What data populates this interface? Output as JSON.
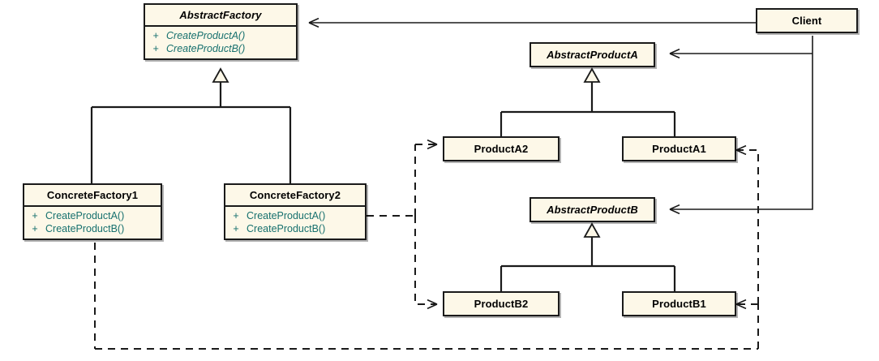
{
  "diagram": {
    "kind": "uml-class-diagram",
    "pattern": "Abstract Factory",
    "colors": {
      "box_fill": "#fdf8e8",
      "box_border": "#1a1a1a",
      "member_text": "#16706e",
      "title_text": "#000000",
      "edge": "#1a1a1a",
      "background": "#ffffff"
    }
  },
  "classes": {
    "abstract_factory": {
      "name": "AbstractFactory",
      "abstract": true,
      "members": [
        {
          "visibility": "+",
          "signature": "CreateProductA()",
          "abstract": true
        },
        {
          "visibility": "+",
          "signature": "CreateProductB()",
          "abstract": true
        }
      ]
    },
    "concrete_factory1": {
      "name": "ConcreteFactory1",
      "abstract": false,
      "members": [
        {
          "visibility": "+",
          "signature": "CreateProductA()",
          "abstract": false
        },
        {
          "visibility": "+",
          "signature": "CreateProductB()",
          "abstract": false
        }
      ]
    },
    "concrete_factory2": {
      "name": "ConcreteFactory2",
      "abstract": false,
      "members": [
        {
          "visibility": "+",
          "signature": "CreateProductA()",
          "abstract": false
        },
        {
          "visibility": "+",
          "signature": "CreateProductB()",
          "abstract": false
        }
      ]
    },
    "abstract_product_a": {
      "name": "AbstractProductA",
      "abstract": true,
      "members": []
    },
    "product_a1": {
      "name": "ProductA1",
      "abstract": false,
      "members": []
    },
    "product_a2": {
      "name": "ProductA2",
      "abstract": false,
      "members": []
    },
    "abstract_product_b": {
      "name": "AbstractProductB",
      "abstract": true,
      "members": []
    },
    "product_b1": {
      "name": "ProductB1",
      "abstract": false,
      "members": []
    },
    "product_b2": {
      "name": "ProductB2",
      "abstract": false,
      "members": []
    },
    "client": {
      "name": "Client",
      "abstract": false,
      "members": []
    }
  },
  "relationships": [
    {
      "id": "client-uses-abstractfactory",
      "type": "association",
      "line": "solid",
      "from": "client",
      "to": "abstract_factory"
    },
    {
      "id": "client-uses-abstractproducta",
      "type": "association",
      "line": "solid",
      "from": "client",
      "to": "abstract_product_a"
    },
    {
      "id": "client-uses-abstractproductb",
      "type": "association",
      "line": "solid",
      "from": "client",
      "to": "abstract_product_b"
    },
    {
      "id": "cf1-generalizes-af",
      "type": "generalization",
      "line": "solid",
      "from": "concrete_factory1",
      "to": "abstract_factory"
    },
    {
      "id": "cf2-generalizes-af",
      "type": "generalization",
      "line": "solid",
      "from": "concrete_factory2",
      "to": "abstract_factory"
    },
    {
      "id": "pa1-generalizes-apa",
      "type": "generalization",
      "line": "solid",
      "from": "product_a1",
      "to": "abstract_product_a"
    },
    {
      "id": "pa2-generalizes-apa",
      "type": "generalization",
      "line": "solid",
      "from": "product_a2",
      "to": "abstract_product_a"
    },
    {
      "id": "pb1-generalizes-apb",
      "type": "generalization",
      "line": "solid",
      "from": "product_b1",
      "to": "abstract_product_b"
    },
    {
      "id": "pb2-generalizes-apb",
      "type": "generalization",
      "line": "solid",
      "from": "product_b2",
      "to": "abstract_product_b"
    },
    {
      "id": "cf2-creates-pa2",
      "type": "dependency",
      "line": "dashed",
      "from": "concrete_factory2",
      "to": "product_a2"
    },
    {
      "id": "cf2-creates-pb2",
      "type": "dependency",
      "line": "dashed",
      "from": "concrete_factory2",
      "to": "product_b2"
    },
    {
      "id": "cf1-creates-pa1",
      "type": "dependency",
      "line": "dashed",
      "from": "concrete_factory1",
      "to": "product_a1"
    },
    {
      "id": "cf1-creates-pb1",
      "type": "dependency",
      "line": "dashed",
      "from": "concrete_factory1",
      "to": "product_b1"
    }
  ]
}
